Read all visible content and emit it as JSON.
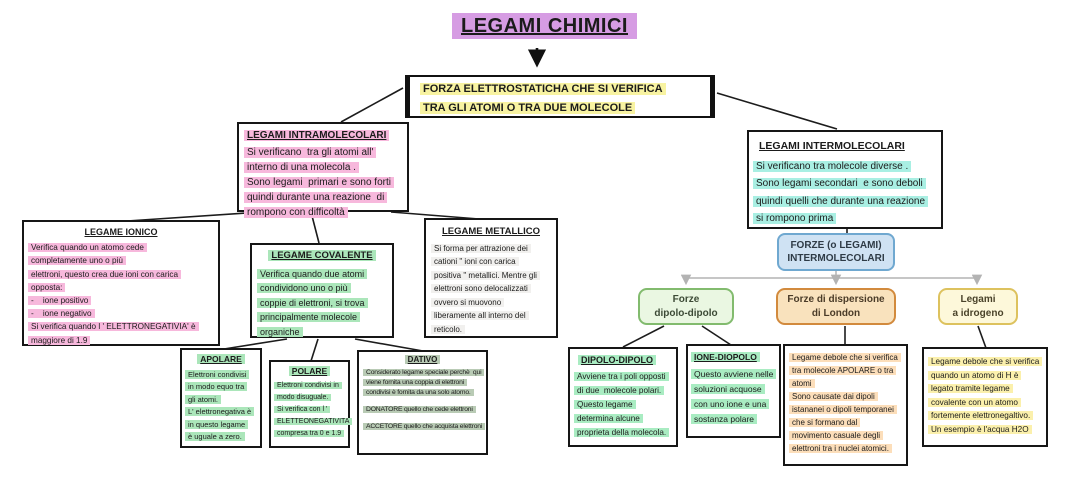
{
  "title": {
    "text": "LEGAMI CHIMICI"
  },
  "colors": {
    "title_highlight": "#d69ce3",
    "definition_highlight": "#f8f3a1",
    "intramolecular_highlight": "#f7b8dc",
    "intermolecular_highlight": "#a9efe3",
    "covalent_highlight": "#abe6ba",
    "dativo_highlight": "#b9cbb5",
    "metallic_highlight": "#f1f0ee",
    "london_highlight": "#fcdeba",
    "hydrogen_highlight": "#fbf0ac",
    "hub_fill": "#cfe2f3",
    "hub_border": "#6fa8d0",
    "dipole_node_fill": "#eaf7e2",
    "dipole_node_border": "#82bb6e",
    "london_node_fill": "#f9e2bd",
    "london_node_border": "#d28a3d",
    "hydrogen_node_fill": "#fdf8da",
    "hydrogen_node_border": "#ddc25e"
  },
  "nodes": {
    "central": {
      "lines": [
        "FORZA ELETTROSTATICHA CHE SI VERIFICA",
        "TRA GLI ATOMI O TRA DUE MOLECOLE"
      ]
    },
    "intramolecolari": {
      "header": "LEGAMI INTRAMOLECOLARI",
      "lines": [
        "Si verificano  tra gli atomi all'",
        "interno di una molecola .",
        "Sono legami  primari e sono forti",
        "quindi durante una reazione  di",
        "rompono con difficoltà"
      ]
    },
    "intermolecolari": {
      "header": "LEGAMI INTERMOLECOLARI",
      "lines": [
        "Si verificano tra molecole diverse .",
        "Sono legami secondari  e sono deboli",
        "quindi quelli che durante una reazione",
        "si rompono prima"
      ]
    },
    "ionico": {
      "header": "LEGAME IONICO",
      "lines": [
        "Verifica quando un atomo cede",
        "completamente uno o più",
        "elettroni, questo crea due ioni con carica",
        "opposta:",
        "-    ione positivo",
        "-    ione negativo",
        "Si verifica quando l ' ELETTRONEGATIVIA'  è",
        "maggiore di 1.9"
      ]
    },
    "covalente": {
      "header": "LEGAME COVALENTE",
      "lines": [
        "Verifica quando due atomi",
        "condividono uno o più",
        "coppie di elettroni, si trova",
        "principalmente molecole",
        "organiche"
      ]
    },
    "metallico": {
      "header": "LEGAME METALLICO",
      "lines": [
        "Si forma per attrazione dei",
        "cationi \" ioni con carica",
        "positiva \" metallici. Mentre gli",
        "elettroni sono delocalizzati",
        "ovvero si muovono",
        "liberamente all interno del",
        "reticolo."
      ]
    },
    "apolare": {
      "header": "APOLARE",
      "lines": [
        "Elettroni condivisi",
        "in modo equo tra",
        "gli atomi.",
        "L' elettronegativa è",
        "in questo legame",
        "è uguale a zero."
      ]
    },
    "polare": {
      "header": "POLARE",
      "lines": [
        "Elettroni condivisi in",
        "modo disuguale.",
        "Si verifica con l '",
        "ELETTEONEGATIVITA",
        "compresa tra 0 e 1.9"
      ]
    },
    "dativo": {
      "header": "DATIVO",
      "para1": [
        "Considerato legame speciale perchè  qui",
        "viene fornita una coppia di elettroni",
        "condivisi è fornita da una solo atomo."
      ],
      "para2": "DONATORE quello che cede elettroni",
      "para3": "ACCETORE quello che acquista elettroni"
    },
    "forze_hub": {
      "lines": [
        "FORZE (o LEGAMI)",
        "INTERMOLECOLARI"
      ]
    },
    "dipolo_branch": {
      "lines": [
        "Forze",
        "dipolo-dipolo"
      ]
    },
    "london_branch": {
      "lines": [
        "Forze di dispersione",
        "di London"
      ]
    },
    "idrogeno_branch": {
      "lines": [
        "Legami",
        "a idrogeno"
      ]
    },
    "dipolo_dipolo": {
      "header": "DIPOLO-DIPOLO",
      "lines": [
        "Avviene tra i poli opposti",
        "di due  molecole polari.",
        "Questo legame",
        "determina alcune",
        "proprieta della molecola."
      ]
    },
    "ione_dipolo": {
      "header": "IONE-DIOPOLO",
      "lines": [
        "Questo avviene nelle",
        "soluzioni acquose",
        "con uno ione e una",
        "sostanza polare"
      ]
    },
    "london_detail": {
      "lines": [
        "Legame debole che si verifica",
        "tra molecole APOLARE o tra",
        "atomi",
        "Sono causate dai dipoli",
        "istananei o dipoli temporanei",
        "che si formano dal",
        "movimento casuale degli",
        "elettroni tra i nuclei atomici."
      ]
    },
    "idrogeno_detail": {
      "lines": [
        "Legame debole che si verifica",
        "quando un atomo di H è",
        "legato tramite legame",
        "covalente con un atomo",
        "fortemente elettronegaltivo.",
        "Un esempio è l'acqua H2O"
      ]
    }
  }
}
